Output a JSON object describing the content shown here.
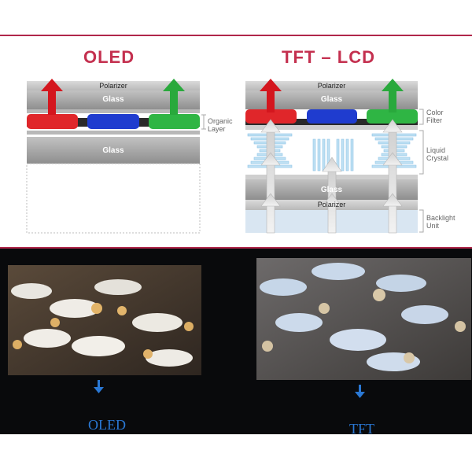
{
  "diagram": {
    "oled": {
      "title": "OLED",
      "layers": {
        "polarizer": "Polarizer",
        "glass_top": "Glass",
        "glass_bottom": "Glass"
      },
      "side_label": [
        "Organic",
        "Layer"
      ]
    },
    "lcd": {
      "title": "TFT – LCD",
      "layers": {
        "polarizer_top": "Polarizer",
        "glass_top": "Glass",
        "glass_bottom": "Glass",
        "polarizer_bottom": "Polarizer"
      },
      "side_labels": {
        "color_filter": [
          "Color",
          "Filter"
        ],
        "liquid_crystal": [
          "Liquid",
          "Crystal"
        ],
        "backlight": [
          "Backlight",
          "Unit"
        ]
      }
    },
    "colors": {
      "red": "#e0262a",
      "green": "#2fb544",
      "blue": "#1f3ccf",
      "title": "#c4304f",
      "caption": "#2a78d4"
    }
  },
  "photos": {
    "oled_caption": "OLED",
    "tft_caption": "TFT"
  }
}
